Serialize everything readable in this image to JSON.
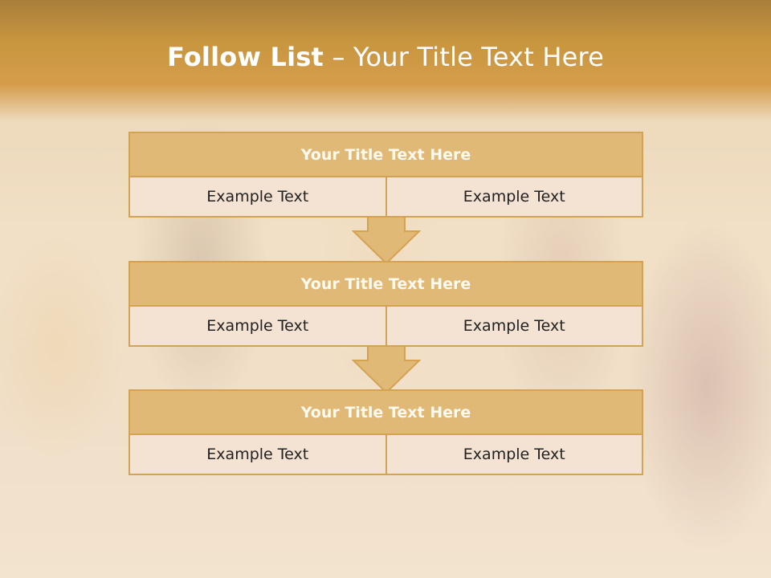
{
  "slide": {
    "title_bold": "Follow List",
    "title_rest": " – Your Title Text Here"
  },
  "blocks": [
    {
      "title": "Your Title Text Here",
      "left": "Example Text",
      "right": "Example Text"
    },
    {
      "title": "Your Title Text Here",
      "left": "Example Text",
      "right": "Example Text"
    },
    {
      "title": "Your Title Text Here",
      "left": "Example Text",
      "right": "Example Text"
    }
  ],
  "colors": {
    "banner": "#d59d4b",
    "header_fill": "#e1b977",
    "cell_fill": "#f4e2d2",
    "border": "#d4a253",
    "arrow_fill": "#e1b977"
  },
  "icons": [
    "down-arrow-icon",
    "down-arrow-icon"
  ]
}
